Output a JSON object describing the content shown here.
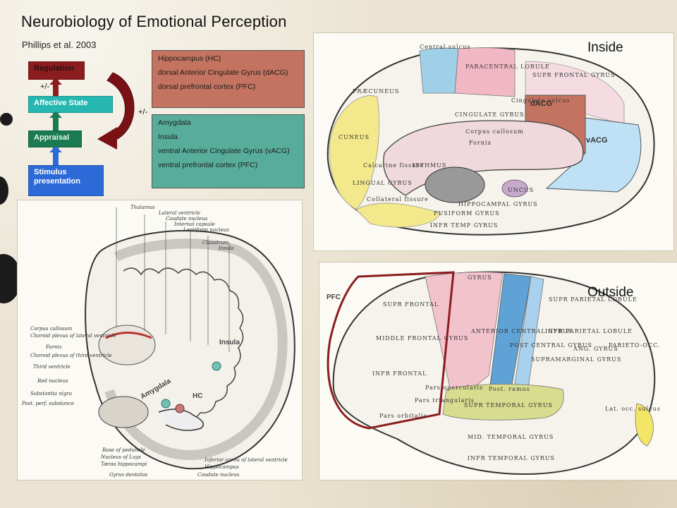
{
  "title": "Neurobiology of Emotional Perception",
  "subtitle": "Phillips et al. 2003",
  "flow": {
    "regulation": "Regulation",
    "plus_minus_1": "+/-",
    "affective": "Affective  State",
    "appraisal": "Appraisal",
    "stimulus": "Stimulus presentation",
    "plus_minus_2": "+/-"
  },
  "dorsal_system": [
    "Hippocampus (HC)",
    "dorsal Anterior Cingulate Gyrus (dACG)",
    "dorsal prefrontal cortex (PFC)"
  ],
  "ventral_system": [
    "Amygdala",
    "Insula",
    "ventral Anterior Cingulate Gyrus (vACG)",
    "ventral prefrontal cortex (PFC)"
  ],
  "colors": {
    "regulation": "#8b1d1f",
    "affective": "#25b7b0",
    "appraisal": "#1a7a52",
    "stimulus": "#2c6bd7",
    "dorsal_box": "#c3735f",
    "ventral_box": "#58ad9a",
    "arrow": "#7a1115"
  },
  "coronal": {
    "labels": {
      "insula": "Insula",
      "amygdala": "Amygdala",
      "hc": "HC"
    },
    "atlas_top": [
      "Thalamus",
      "Lateral ventricle",
      "Caudate nucleus",
      "Internal capsule",
      "Lentiform nucleus",
      "Claustrum",
      "Insula"
    ],
    "atlas_left": [
      "Corpus callosum",
      "Choroid plexus of lateral ventricle",
      "Fornix",
      "Choroid plexus of third ventricle",
      "Third ventricle",
      "Red nucleus",
      "Substantia nigra",
      "Post. perf. substance"
    ],
    "atlas_bottom": [
      "Base of peduncle",
      "Nucleus of Luys",
      "Tænia hippocampi",
      "Gyrus dentatus",
      "Inferior cornu of lateral ventricle",
      "Hippocampus",
      "Caudate nucleus"
    ]
  },
  "medial": {
    "label": "Inside",
    "dacg": "dACG",
    "vacg": "vACG",
    "gyri": [
      "Central sulcus",
      "PARACENTRAL LOBULE",
      "SUPR FRONTAL GYRUS",
      "PRÆCUNEUS",
      "Cingulate sulcus",
      "CINGULATE GYRUS",
      "Corpus callosum",
      "Fornix",
      "CUNEUS",
      "Calcarine fissure",
      "LINGUAL GYRUS",
      "ISTHMUS",
      "HIPPOCAMPAL GYRUS",
      "UNCUS",
      "Collateral fissure",
      "FUSIFORM GYRUS",
      "INFR TEMP GYRUS"
    ]
  },
  "lateral": {
    "label": "Outside",
    "pfc": "PFC",
    "gyri": [
      "GYRUS",
      "SUPR FRONTAL",
      "MIDDLE FRONTAL GYRUS",
      "INFR FRONTAL",
      "ANTERIOR CENTRAL GYRUS",
      "POST CENTRAL GYRUS",
      "SUPR PARIETAL LOBULE",
      "INFR PARIETAL LOBULE",
      "SUPRAMARGINAL GYRUS",
      "ANG. GYRUS",
      "SUPR TEMPORAL GYRUS",
      "MID. TEMPORAL GYRUS",
      "INFR TEMPORAL GYRUS",
      "PARIETO-OCC.",
      "Pars opercularis",
      "Pars triangularis",
      "Pars orbitalis",
      "Post. ramus",
      "Lat. occ. sulcus"
    ]
  }
}
